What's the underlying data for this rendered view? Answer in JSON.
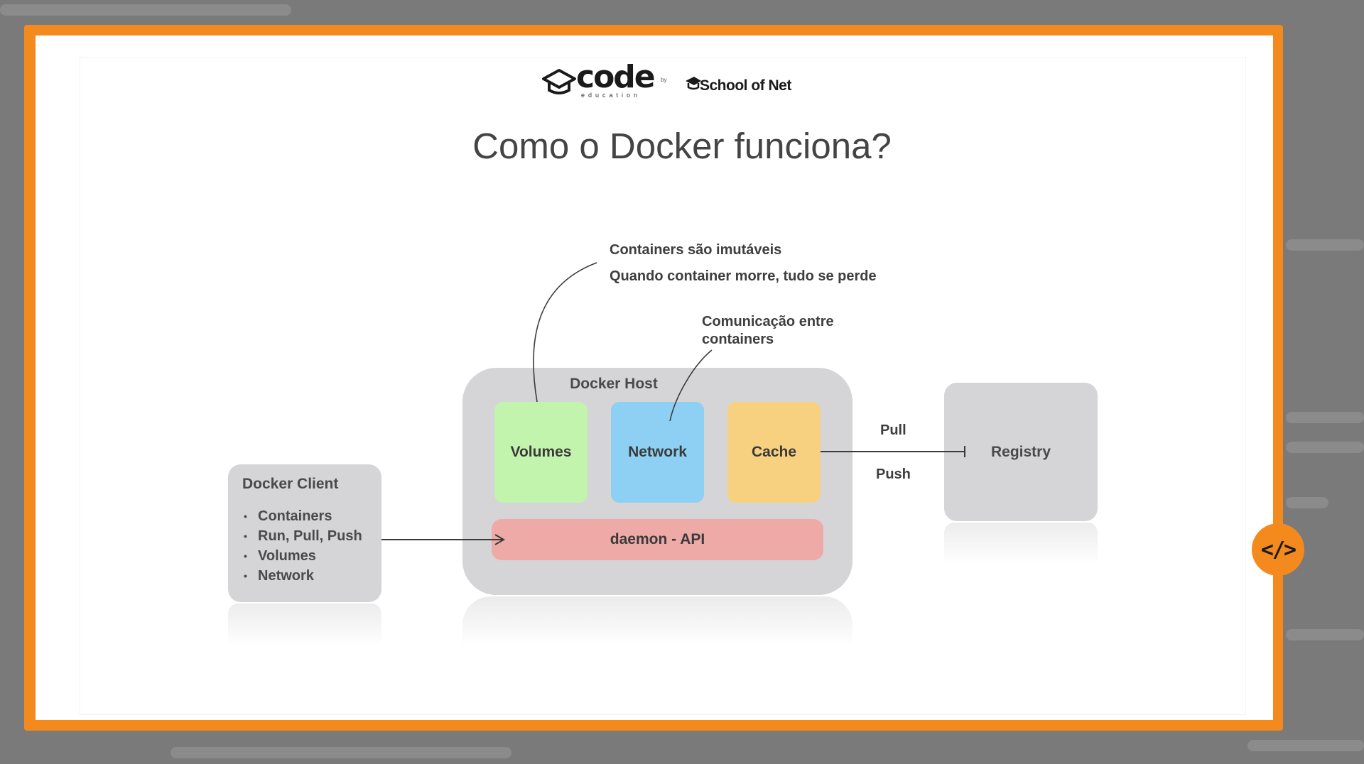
{
  "slide": {
    "title": "Como o Docker funciona?",
    "logos": {
      "code_word": "code",
      "code_sub": "education",
      "by": "by",
      "partner": "School of Net"
    }
  },
  "diagram": {
    "notes": {
      "immutable_line1": "Containers são imutáveis",
      "immutable_line2": "Quando container morre, tudo se perde",
      "network_line1": "Comunicação entre",
      "network_line2": "containers"
    },
    "docker_host": {
      "label": "Docker Host",
      "volumes": "Volumes",
      "network": "Network",
      "cache": "Cache",
      "daemon": "daemon - API"
    },
    "docker_client": {
      "title": "Docker Client",
      "items": [
        "Containers",
        "Run, Pull, Push",
        "Volumes",
        "Network"
      ]
    },
    "registry": "Registry",
    "edges": {
      "pull": "Pull",
      "push": "Push"
    }
  },
  "colors": {
    "frame": "#f48a1e",
    "volumes": "#c3f4ae",
    "network": "#8ed0f3",
    "cache": "#f7d180",
    "daemon": "#eeaaa6",
    "box_gray": "#d5d4d6"
  },
  "icons": {
    "code_button": "code-brackets-icon"
  },
  "code_button_label": "</>"
}
